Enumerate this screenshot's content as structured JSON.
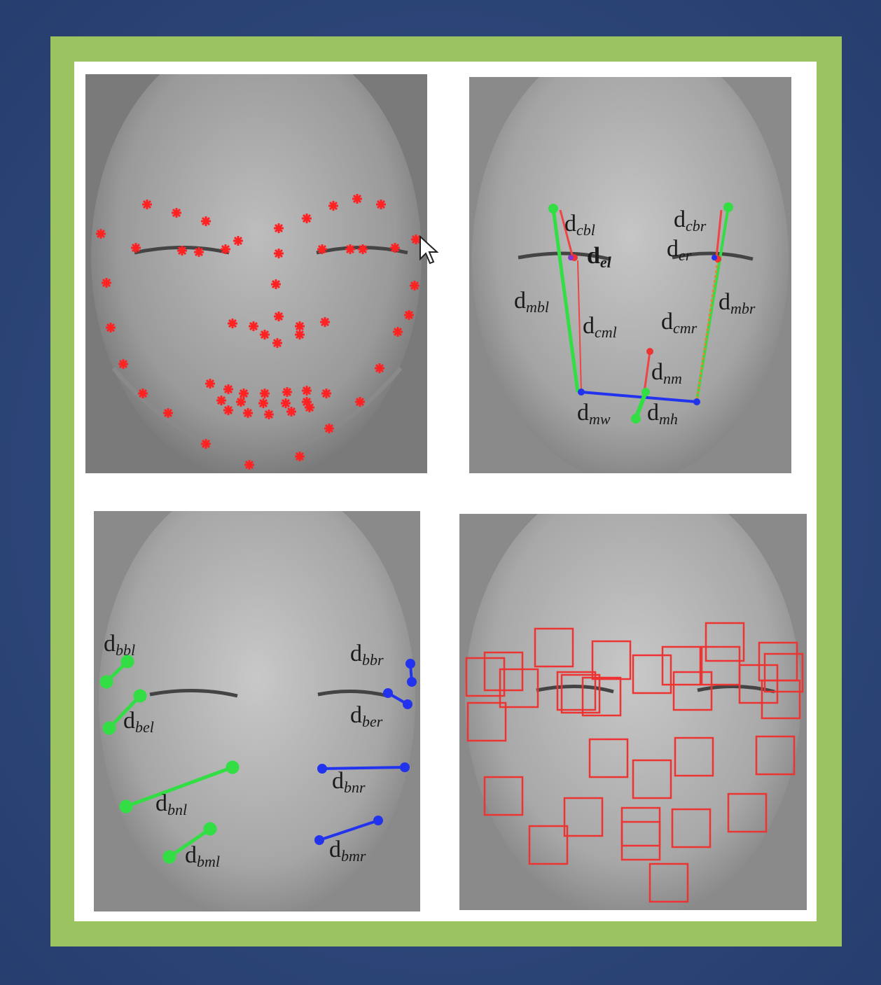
{
  "colors": {
    "background": "#2f4a80",
    "frame_green": "#9bc35f",
    "landmark_red": "#ff2222",
    "distance_green": "#33dd44",
    "distance_blue": "#2233ee",
    "box_red": "#ee3333"
  },
  "panels": [
    {
      "name": "landmarks-panel",
      "description_icon": "face-landmark-points"
    },
    {
      "name": "distances-panel",
      "labels": {
        "d_cbl": {
          "base": "d",
          "sub": "cbl"
        },
        "d_cbr": {
          "base": "d",
          "sub": "cbr"
        },
        "d_el": {
          "base": "d",
          "sub": "el"
        },
        "d_er": {
          "base": "d",
          "sub": "er"
        },
        "d_mbl": {
          "base": "d",
          "sub": "mbl"
        },
        "d_mbr": {
          "base": "d",
          "sub": "mbr"
        },
        "d_cml": {
          "base": "d",
          "sub": "cml"
        },
        "d_cmr": {
          "base": "d",
          "sub": "cmr"
        },
        "d_nm": {
          "base": "d",
          "sub": "nm"
        },
        "d_mw": {
          "base": "d",
          "sub": "mw"
        },
        "d_mh": {
          "base": "d",
          "sub": "mh"
        }
      }
    },
    {
      "name": "bulge-panel",
      "labels": {
        "d_bbl": {
          "base": "d",
          "sub": "bbl"
        },
        "d_bbr": {
          "base": "d",
          "sub": "bbr"
        },
        "d_bel": {
          "base": "d",
          "sub": "bel"
        },
        "d_ber": {
          "base": "d",
          "sub": "ber"
        },
        "d_bnl": {
          "base": "d",
          "sub": "bnl"
        },
        "d_bnr": {
          "base": "d",
          "sub": "bnr"
        },
        "d_bml": {
          "base": "d",
          "sub": "bml"
        },
        "d_bmr": {
          "base": "d",
          "sub": "bmr"
        }
      }
    },
    {
      "name": "patches-panel",
      "description_icon": "texture-patch-boxes"
    }
  ]
}
